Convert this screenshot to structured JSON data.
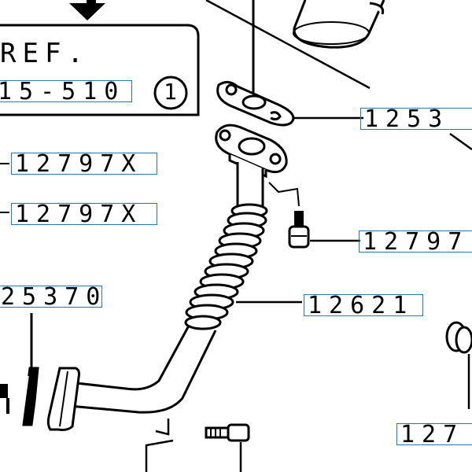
{
  "diagram": {
    "ref_box": {
      "ref_text": "REF.",
      "part_code": "15-510",
      "circle_number": "1"
    },
    "callouts": [
      {
        "id": "c1",
        "text": "1253"
      },
      {
        "id": "c2",
        "text": "12797X"
      },
      {
        "id": "c3",
        "text": "12797X"
      },
      {
        "id": "c4",
        "text": "12797"
      },
      {
        "id": "c5",
        "text": "25370"
      },
      {
        "id": "c6",
        "text": "12621"
      },
      {
        "id": "c7",
        "text": "127"
      }
    ],
    "colors": {
      "callout_border": "#1f77b4",
      "line": "#000000"
    }
  }
}
